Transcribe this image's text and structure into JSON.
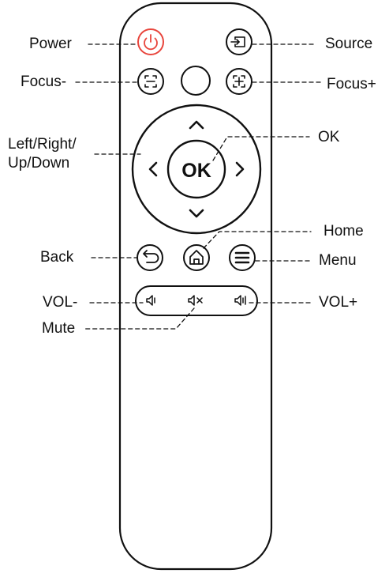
{
  "labels": {
    "power": "Power",
    "source": "Source",
    "focus_minus": "Focus-",
    "focus_plus": "Focus+",
    "nav_line1": "Left/Right/",
    "nav_line2": "Up/Down",
    "ok_label": "OK",
    "home": "Home",
    "back": "Back",
    "menu": "Menu",
    "vol_minus": "VOL-",
    "vol_plus": "VOL+",
    "mute": "Mute"
  },
  "remote": {
    "ok_button_text": "OK"
  },
  "colors": {
    "outline": "#111111",
    "power_accent": "#e8453c",
    "background": "#ffffff"
  },
  "icons": {
    "power": "power-icon",
    "source": "source-input-icon",
    "focus_minus": "focus-minus-icon",
    "focus_plus": "focus-plus-icon",
    "back": "back-arrow-icon",
    "home": "home-icon",
    "menu": "menu-icon",
    "vol_minus": "speaker-low-icon",
    "mute": "speaker-mute-icon",
    "vol_plus": "speaker-high-icon"
  }
}
